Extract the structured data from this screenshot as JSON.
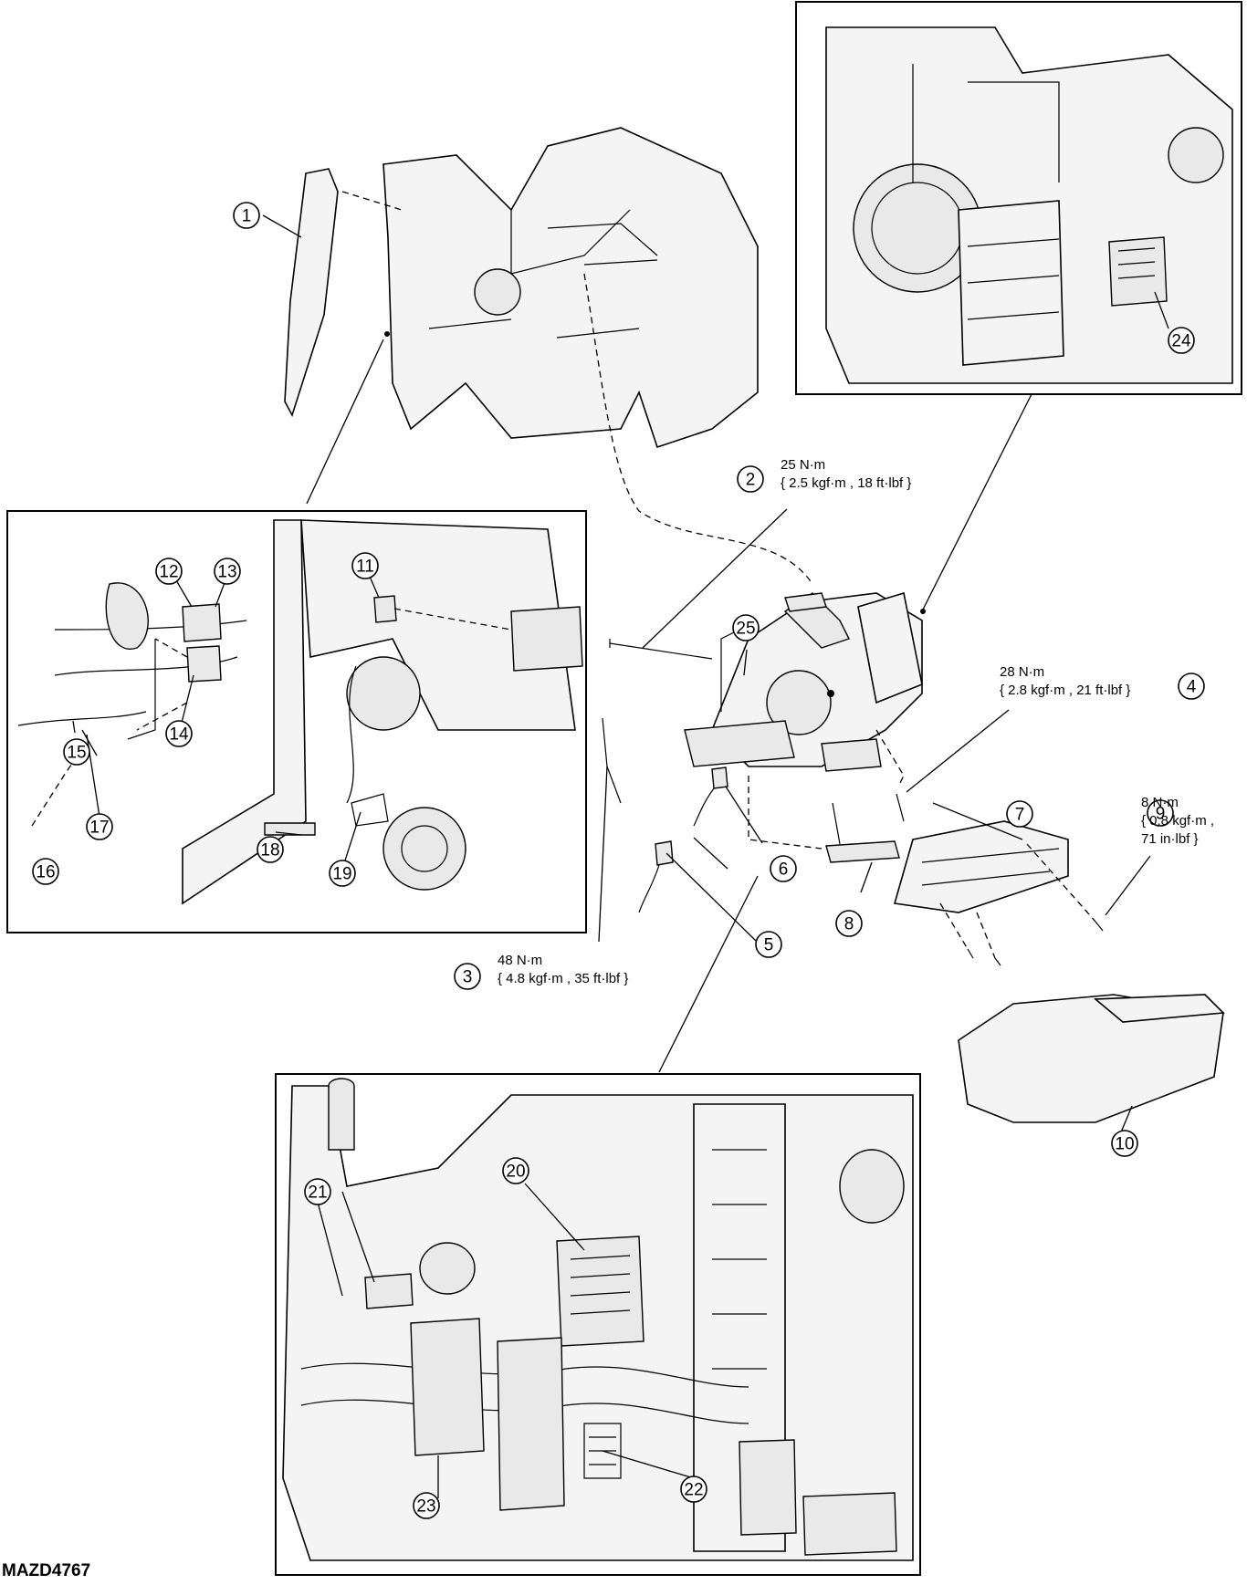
{
  "diagram_code": "MAZD4767",
  "callouts": [
    "1",
    "2",
    "3",
    "4",
    "5",
    "6",
    "7",
    "8",
    "9",
    "10",
    "11",
    "12",
    "13",
    "14",
    "15",
    "16",
    "17",
    "18",
    "19",
    "20",
    "21",
    "22",
    "23",
    "24",
    "25"
  ],
  "torque_specs": {
    "spec_2": {
      "line1": "25 N·m",
      "line2": "{ 2.5 kgf·m , 18 ft·lbf }"
    },
    "spec_3": {
      "line1": "48 N·m",
      "line2": "{ 4.8 kgf·m , 35 ft·lbf }"
    },
    "spec_4": {
      "line1": "28 N·m",
      "line2": "{ 2.8 kgf·m , 21 ft·lbf }"
    },
    "spec_9": {
      "line1": "8 N·m",
      "line2": "{ 0.8 kgf·m ,",
      "line3": "71 in·lbf }"
    }
  }
}
